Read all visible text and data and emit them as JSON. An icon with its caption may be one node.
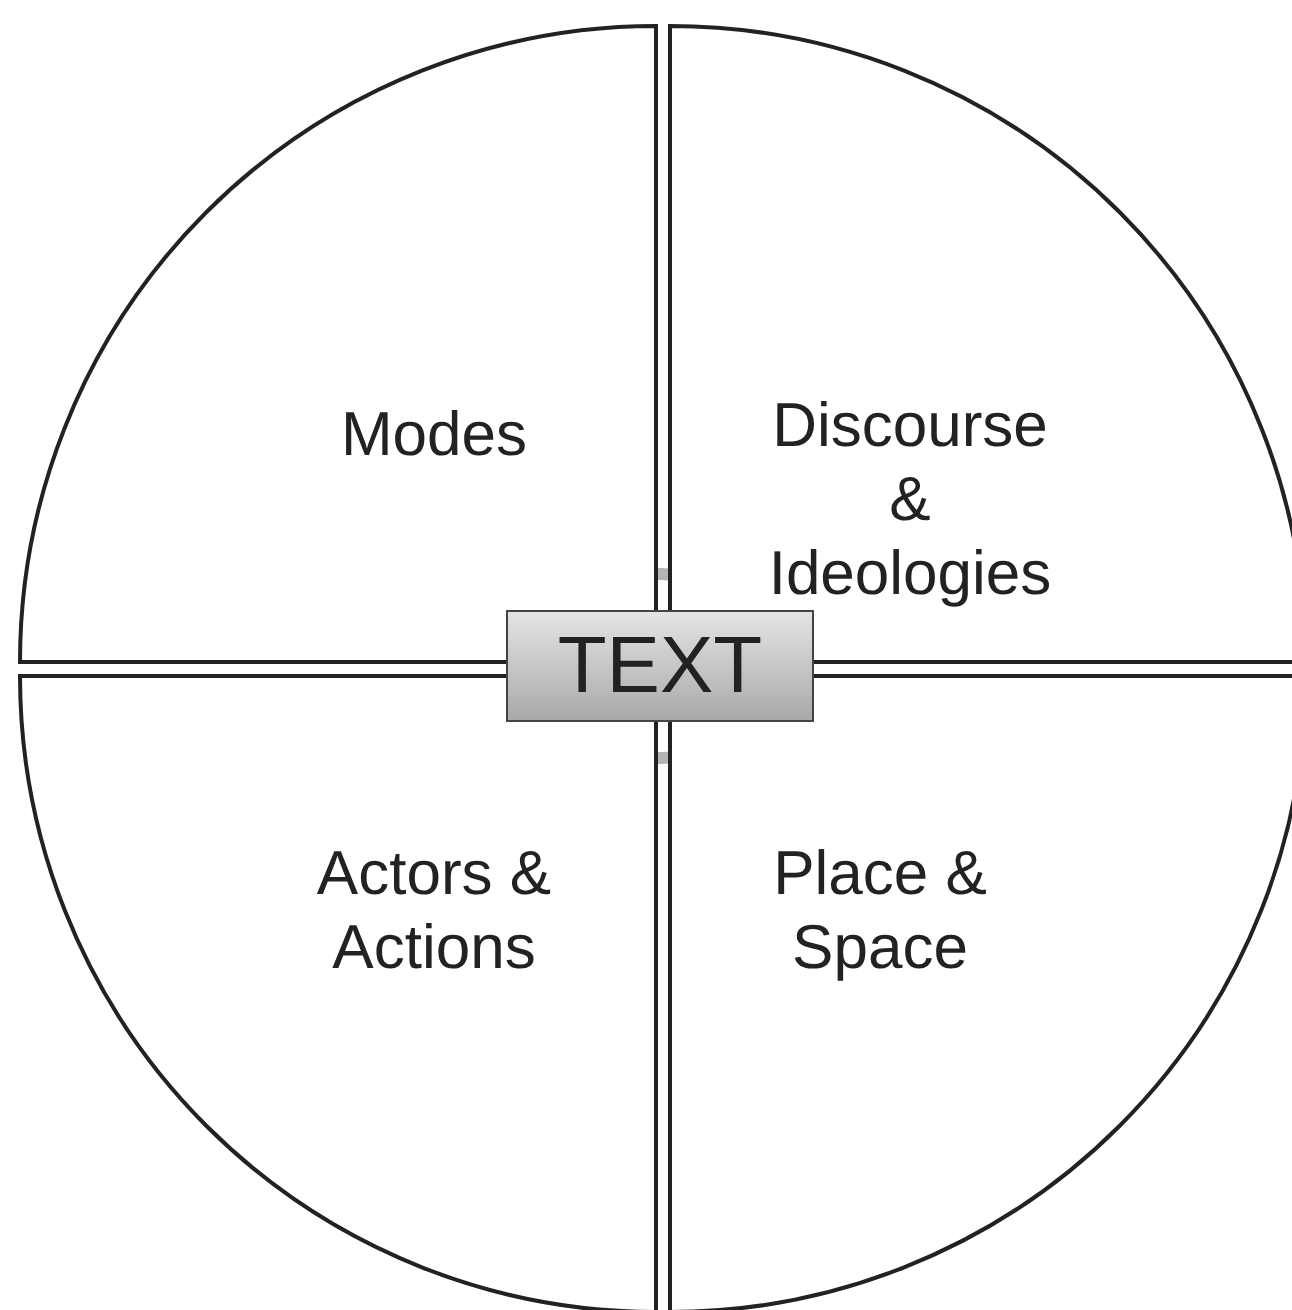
{
  "diagram": {
    "nodes": [
      {
        "text": [
          "Modes"
        ]
      },
      {
        "text": [
          "Discourse & Ideologies"
        ]
      },
      {
        "text": [
          "Actors & Actions"
        ]
      },
      {
        "text": [
          "Place & Space"
        ]
      },
      {
        "text": [
          "TEXT"
        ]
      }
    ],
    "edges": []
  }
}
